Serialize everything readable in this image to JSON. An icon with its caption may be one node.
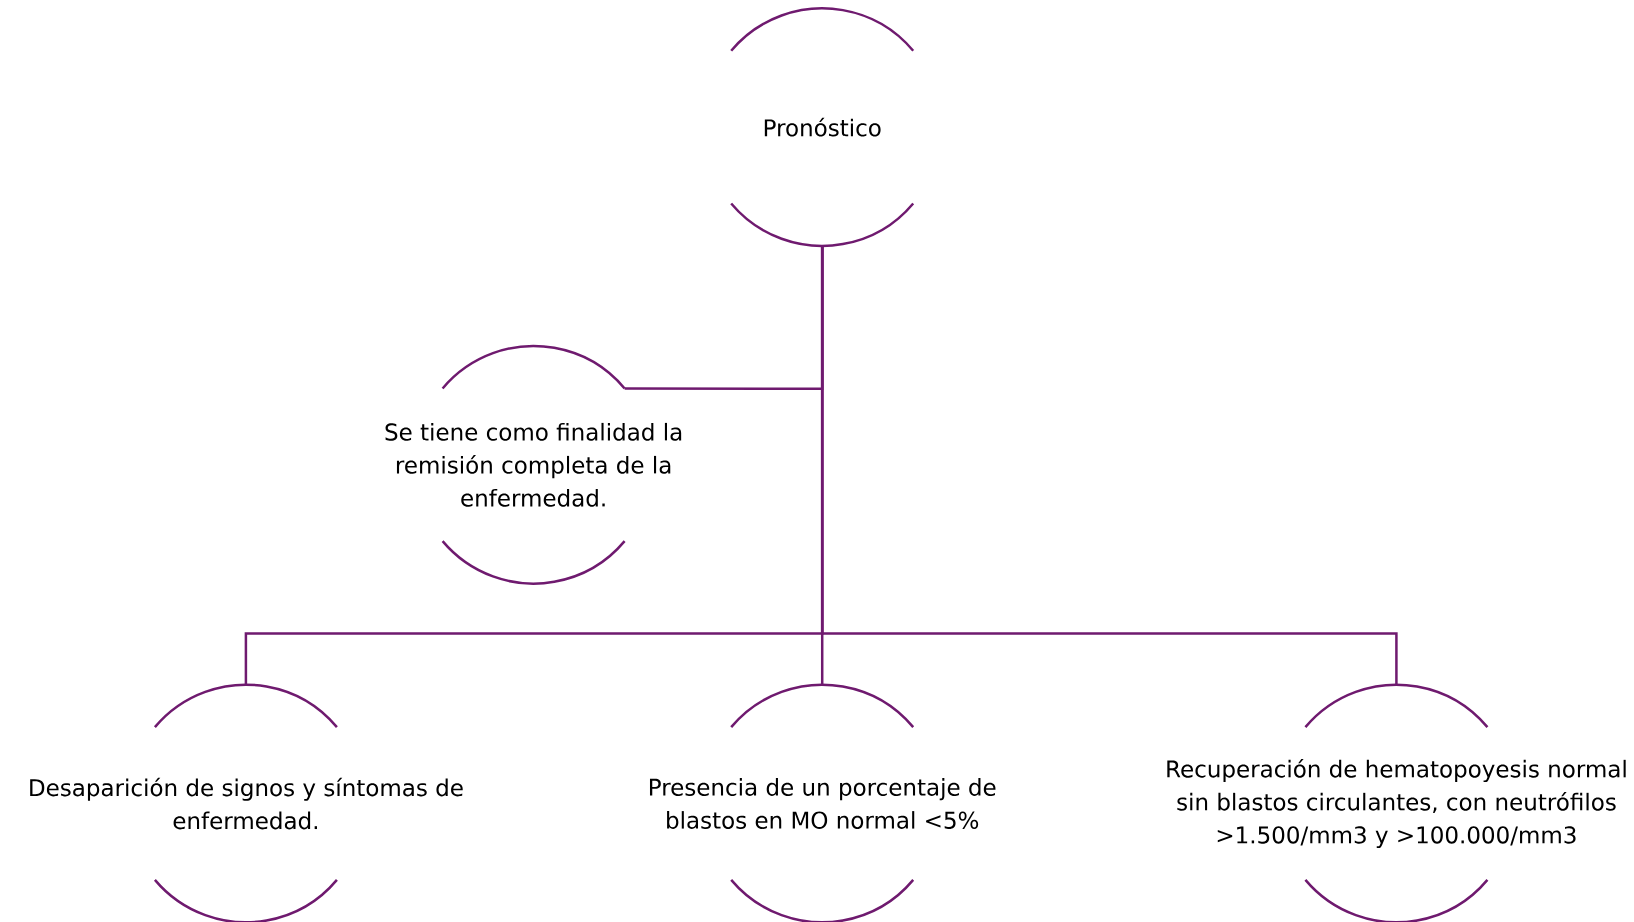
{
  "diagram": {
    "nodes": [
      {
        "text": [
          "Pronóstico"
        ]
      },
      {
        "text": [
          "Se tiene como finalidad la remisión completa de la enfermedad."
        ]
      },
      {
        "text": [
          "Desaparición de signos y síntomas de enfermedad."
        ]
      },
      {
        "text": [
          "Presencia de un porcentaje de blastos en MO normal <5%"
        ]
      },
      {
        "text": [
          "Recuperación de hematopoyesis normal sin blastos circulantes, con neutrófilos >1.500/mm3 y >100.000/mm3"
        ]
      }
    ],
    "edges": [
      {
        "from": 0,
        "to": 1,
        "arrow": "none"
      },
      {
        "from": 0,
        "to": 2,
        "arrow": "none"
      },
      {
        "from": 0,
        "to": 3,
        "arrow": "none"
      },
      {
        "from": 0,
        "to": 4,
        "arrow": "none"
      }
    ]
  }
}
